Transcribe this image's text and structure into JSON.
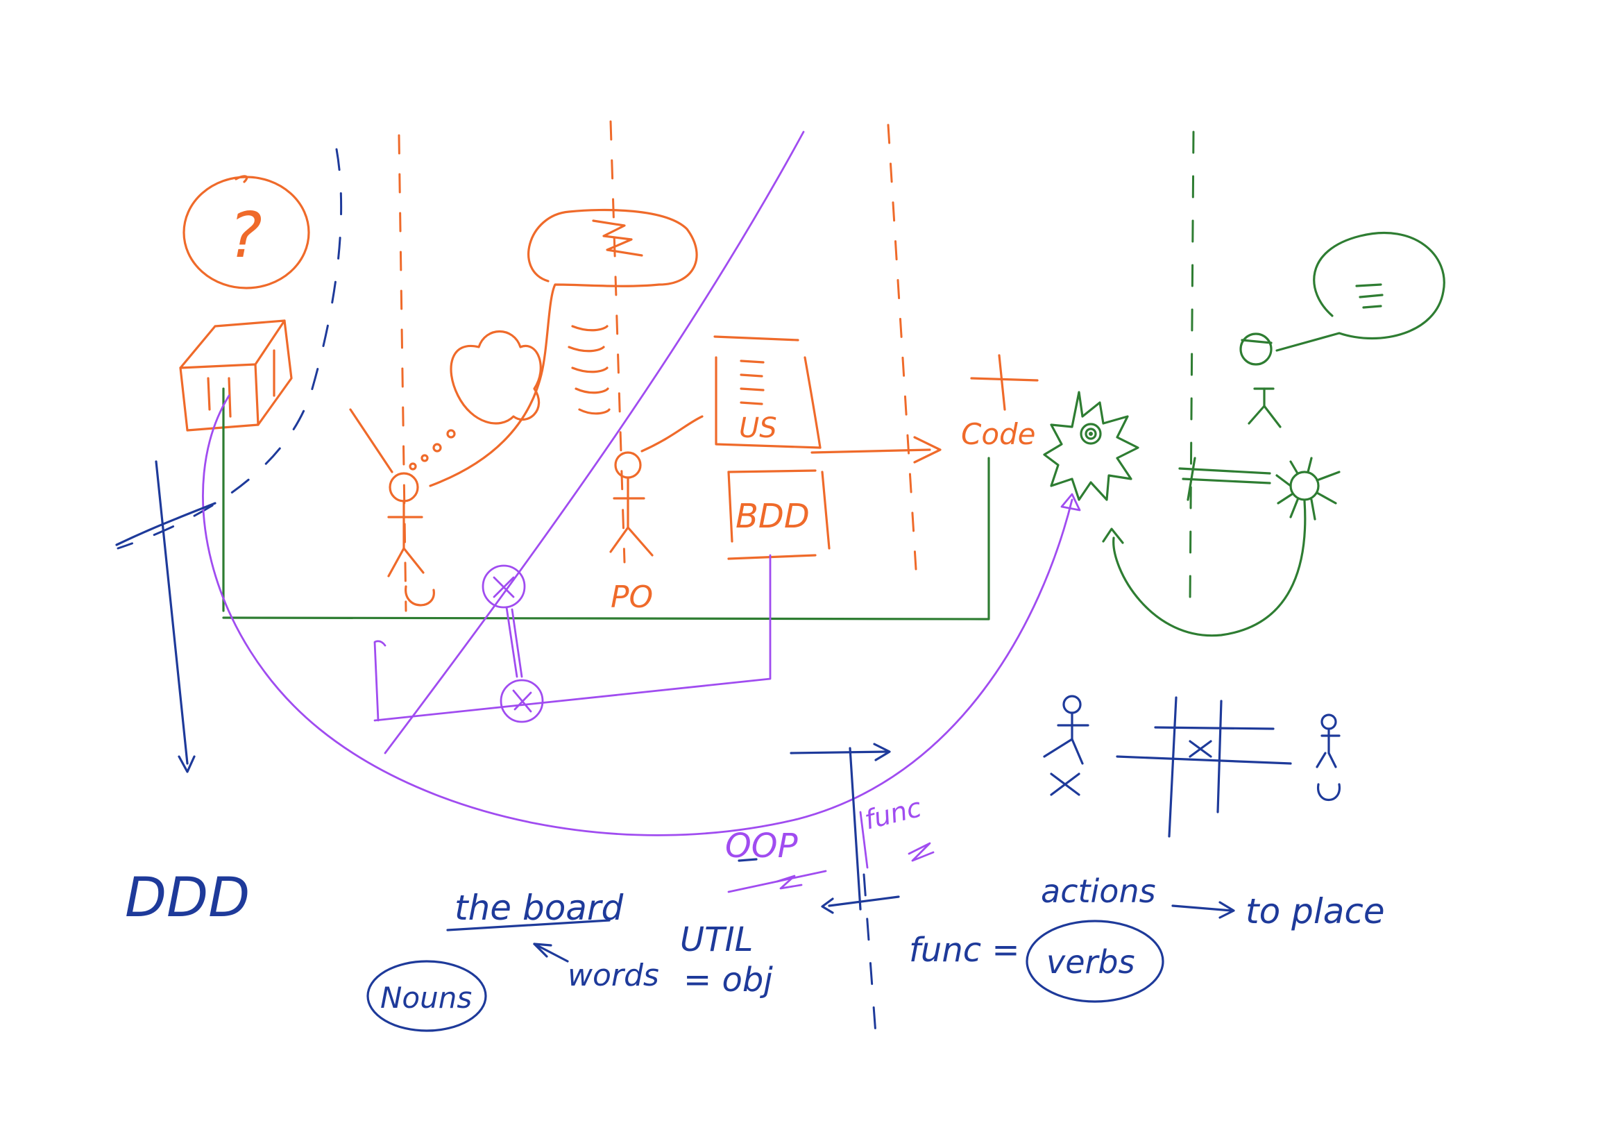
{
  "colors": {
    "orange": "#ef6a2a",
    "green": "#2e7d32",
    "blue": "#1e3a9a",
    "purple": "#a04cf0",
    "background": "#ffffff"
  },
  "labels": {
    "question_mark": "?",
    "us": "US",
    "bdd_box": "BDD",
    "po": "PO",
    "code": "Code",
    "oop": "OOP",
    "func_diag": "func",
    "ddd": "DDD",
    "the_board": "the board",
    "nouns": "Nouns",
    "words": "words",
    "equals_obj": "= obj",
    "util": "UTIL",
    "func_eq": "func =",
    "actions": "actions",
    "verbs": "verbs",
    "to_place": "to place",
    "tictactoe_x": "X"
  },
  "icons": [
    "question-bubble-icon",
    "cube-icon",
    "thought-cloud-icon",
    "speech-bubble-icon",
    "stick-figure-icon",
    "gear-icon",
    "bug-icon",
    "tic-tac-toe-grid-icon",
    "arrow-icon"
  ]
}
